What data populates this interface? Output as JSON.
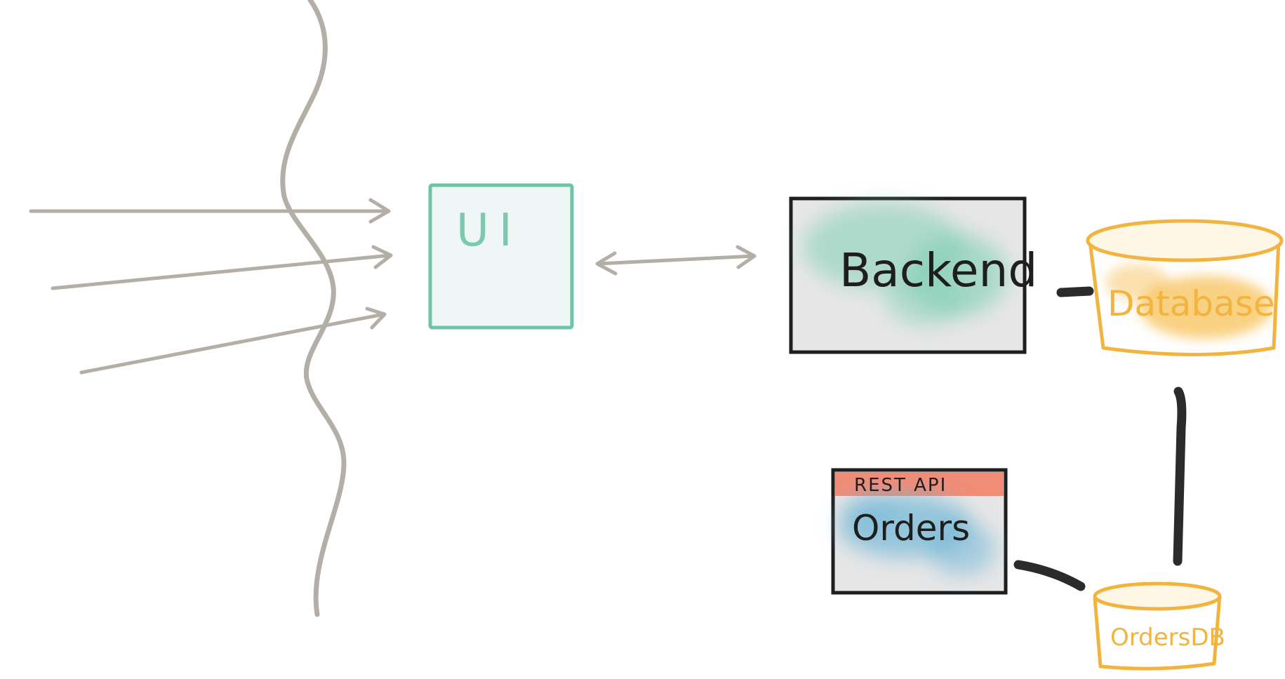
{
  "diagram": {
    "nodes": {
      "ui": {
        "label": "UI"
      },
      "backend": {
        "label": "Backend"
      },
      "database": {
        "label": "Database"
      },
      "orders": {
        "label": "Orders",
        "header": "REST API"
      },
      "orders_db": {
        "label": "OrdersDB"
      }
    },
    "edges": [
      {
        "from": "external-left",
        "to": "ui",
        "style": "arrow"
      },
      {
        "from": "external-left",
        "to": "ui",
        "style": "arrow"
      },
      {
        "from": "external-left",
        "to": "ui",
        "style": "arrow"
      },
      {
        "from": "ui",
        "to": "backend",
        "style": "double-arrow"
      },
      {
        "from": "backend",
        "to": "database",
        "style": "line"
      },
      {
        "from": "database",
        "to": "orders_db",
        "style": "line"
      },
      {
        "from": "orders",
        "to": "orders_db",
        "style": "line"
      }
    ],
    "colors": {
      "ui_stroke": "#6cc5a6",
      "ui_fill": "#eef7f5",
      "backend_wash": "#7fcfb4",
      "database_stroke": "#f2b43f",
      "database_wash": "#f6bd4f",
      "orders_wash": "#6ab4d6",
      "rest_header": "#f2826a",
      "box_fill": "#e6e6e6",
      "box_stroke": "#1e1e1e",
      "arrow": "#b3afa6"
    }
  }
}
